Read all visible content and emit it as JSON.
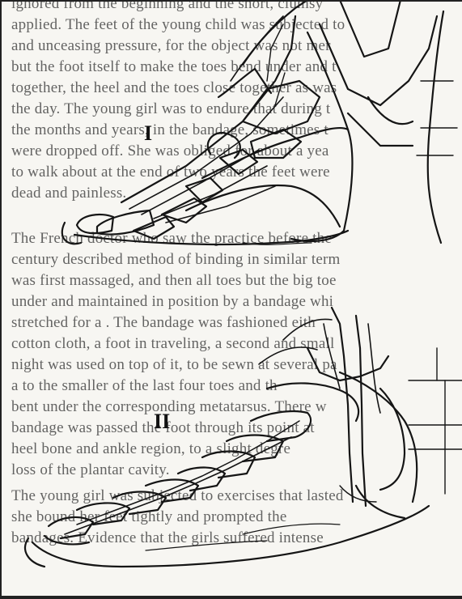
{
  "text_lines": [
    "ignored from the beginning and the short, clumsy",
    "applied. The feet of the young child was subjected to",
    "and unceasing pressure, for the object was not mer",
    "but the foot itself to make the toes bend under and t",
    "together, the heel and the toes close together as was",
    "the day. The young girl was to endure that during t",
    "the months and years, in the bandage, sometimes t",
    "were dropped off. She was obliged for about a yea",
    "to walk about at the end of two years the feet were",
    "dead and painless.",
    "The French doctor who saw the practice before the",
    "century described method of binding in similar term",
    "was first massaged, and then all toes but the big toe",
    "under and maintained in position by a bandage whi",
    "stretched for a . The bandage was fashioned eith",
    "cotton cloth, a foot in traveling, a second and small",
    "night was used on top of it, to be sewn at several pa",
    "a to the smaller of the last four toes and th",
    "bent under the corresponding metatarsus. There w",
    "bandage was passed the foot through its point at",
    "heel bone and ankle region, to a slight degre",
    "loss of the plantar cavity.",
    "The young girl was subjected to exercises that lasted",
    "she bound her feet tightly and prompted the",
    "bandages. Evidence that the girls suffered intense"
  ],
  "figure_labels": {
    "upper": "I",
    "lower": "II"
  }
}
